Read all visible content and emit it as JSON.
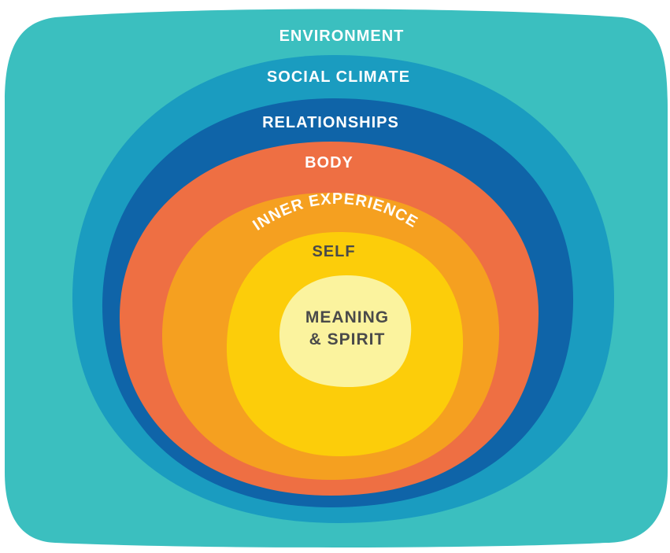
{
  "diagram": {
    "layers": [
      {
        "id": "environment",
        "label": "ENVIRONMENT",
        "color": "#3bbfbf",
        "text_color": "#ffffff"
      },
      {
        "id": "social-climate",
        "label": "SOCIAL CLIMATE",
        "color": "#1a9cc0",
        "text_color": "#ffffff"
      },
      {
        "id": "relationships",
        "label": "RELATIONSHIPS",
        "color": "#0f64a8",
        "text_color": "#ffffff"
      },
      {
        "id": "body",
        "label": "BODY",
        "color": "#ee6f43",
        "text_color": "#ffffff"
      },
      {
        "id": "inner-experience",
        "label": "INNER EXPERIENCE",
        "color": "#f5a020",
        "text_color": "#ffffff"
      },
      {
        "id": "self",
        "label": "SELF",
        "color": "#fccd0a",
        "text_color": "#4a4a4a"
      },
      {
        "id": "meaning-spirit",
        "label_line1": "MEANING",
        "label_line2": "& SPIRIT",
        "color": "#fbf39e",
        "text_color": "#4a4a4a"
      }
    ]
  }
}
